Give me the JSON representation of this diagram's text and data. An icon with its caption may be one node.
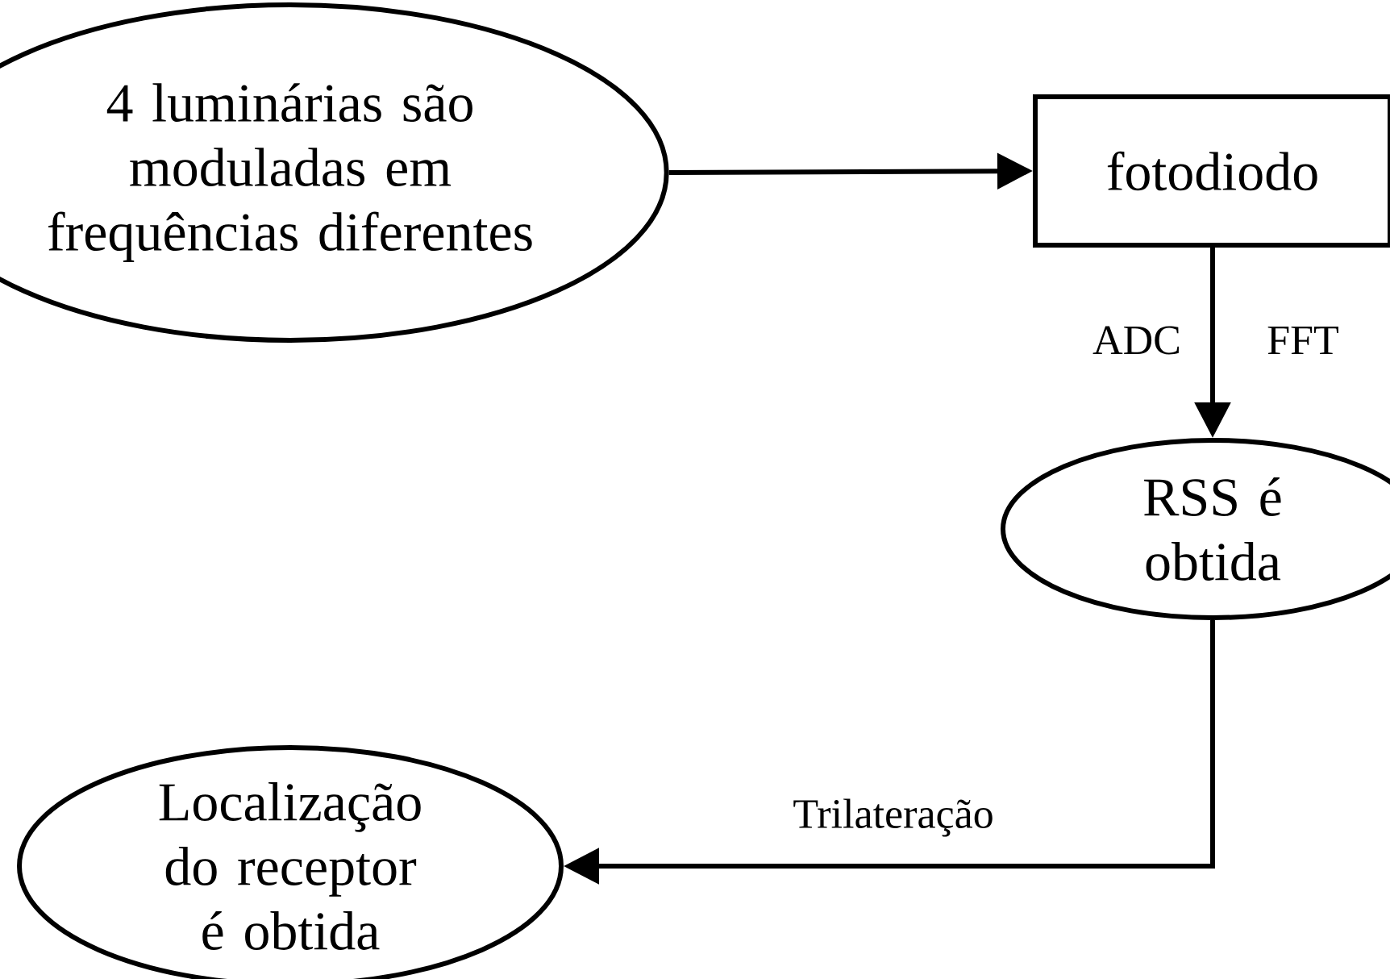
{
  "diagram": {
    "nodes": [
      {
        "text": [
          "4 luminárias são moduladas em frequências diferentes"
        ]
      },
      {
        "text": [
          "fotodiodo"
        ]
      },
      {
        "text": [
          "RSS é obtida"
        ]
      },
      {
        "text": [
          "Localização do receptor é obtida"
        ]
      }
    ],
    "edges": [
      {
        "from": 0,
        "to": 1,
        "arrow": "to"
      },
      {
        "from": 1,
        "to": 2,
        "arrow": "to",
        "label": "ADC"
      },
      {
        "from": 2,
        "to": 3,
        "arrow": "to",
        "label": "Trilateração"
      }
    ],
    "labels": [
      "FFT"
    ]
  }
}
